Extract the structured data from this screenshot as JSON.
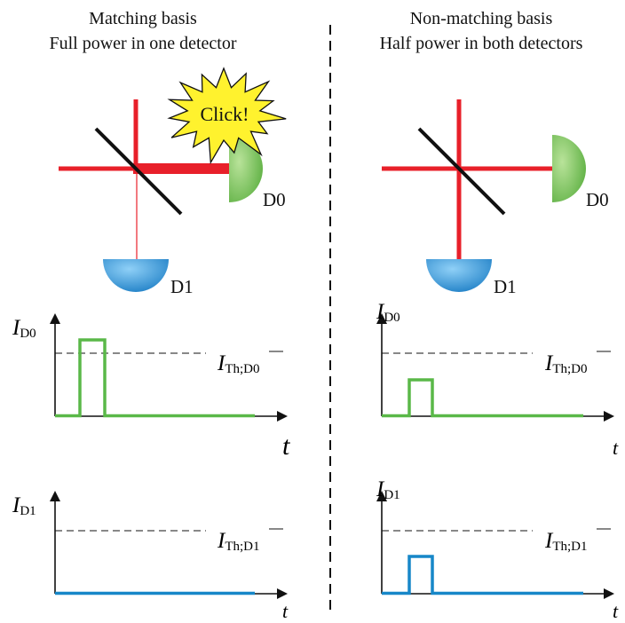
{
  "colors": {
    "beam": "#e8202a",
    "detector_d0": "#6ab750",
    "detector_d1": "#2a8fd4",
    "trace_d0": "#5ab848",
    "trace_d1": "#1787c8",
    "star_fill": "#fff22e",
    "mirror": "#111111"
  },
  "left_panel": {
    "title_line1": "Matching basis",
    "title_line2": "Full power in one detector",
    "click_label": "Click!",
    "detector_d0_label": "D0",
    "detector_d1_label": "D1",
    "plot_d0": {
      "y_label_main": "I",
      "y_label_sub": "D0",
      "threshold_main": "I",
      "threshold_sub": "Th;D0",
      "x_label": "t"
    },
    "plot_d1": {
      "y_label_main": "I",
      "y_label_sub": "D1",
      "threshold_main": "I",
      "threshold_sub": "Th;D1",
      "x_label": "t"
    }
  },
  "right_panel": {
    "title_line1": "Non-matching basis",
    "title_line2": "Half power in both detectors",
    "detector_d0_label": "D0",
    "detector_d1_label": "D1",
    "plot_d0": {
      "y_label_main": "I",
      "y_label_sub": "D0",
      "threshold_main": "I",
      "threshold_sub": "Th;D0",
      "x_label": "t"
    },
    "plot_d1": {
      "y_label_main": "I",
      "y_label_sub": "D1",
      "threshold_main": "I",
      "threshold_sub": "Th;D1",
      "x_label": "t"
    }
  }
}
